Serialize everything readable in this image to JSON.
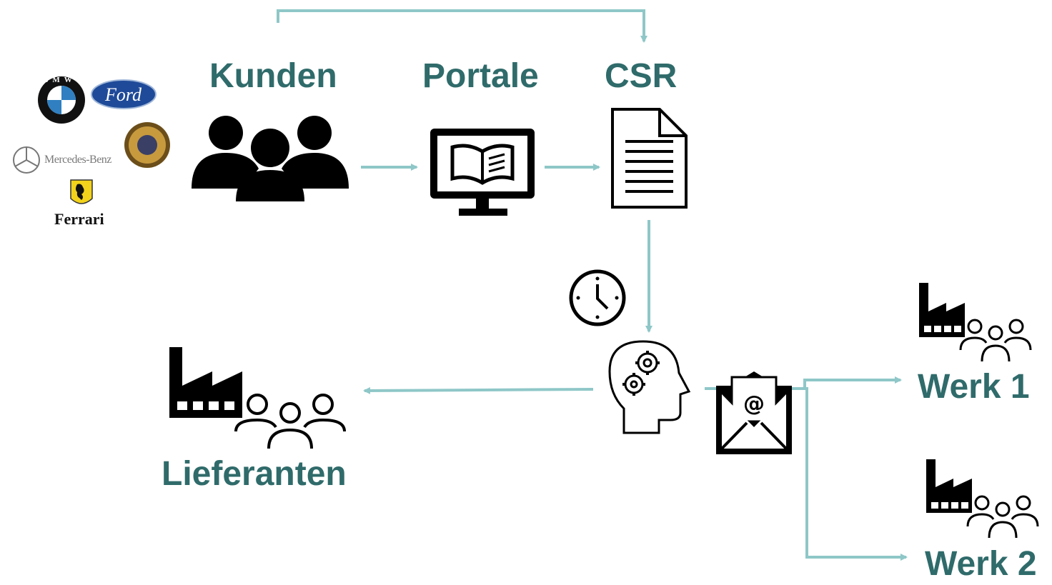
{
  "labels": {
    "kunden": "Kunden",
    "portale": "Portale",
    "csr": "CSR",
    "lieferanten": "Lieferanten",
    "werk1": "Werk 1",
    "werk2": "Werk 2"
  },
  "logos": {
    "bmw": "BMW",
    "ford": "Ford",
    "mercedes": "Mercedes-Benz",
    "ferrari": "Ferrari"
  },
  "colors": {
    "label": "#2f6b6a",
    "arrow": "#8fc7c8",
    "icon": "#000000"
  },
  "icons": [
    "people-group-icon",
    "monitor-book-icon",
    "document-icon",
    "clock-icon",
    "head-gears-icon",
    "email-envelope-icon",
    "factory-people-icon"
  ]
}
